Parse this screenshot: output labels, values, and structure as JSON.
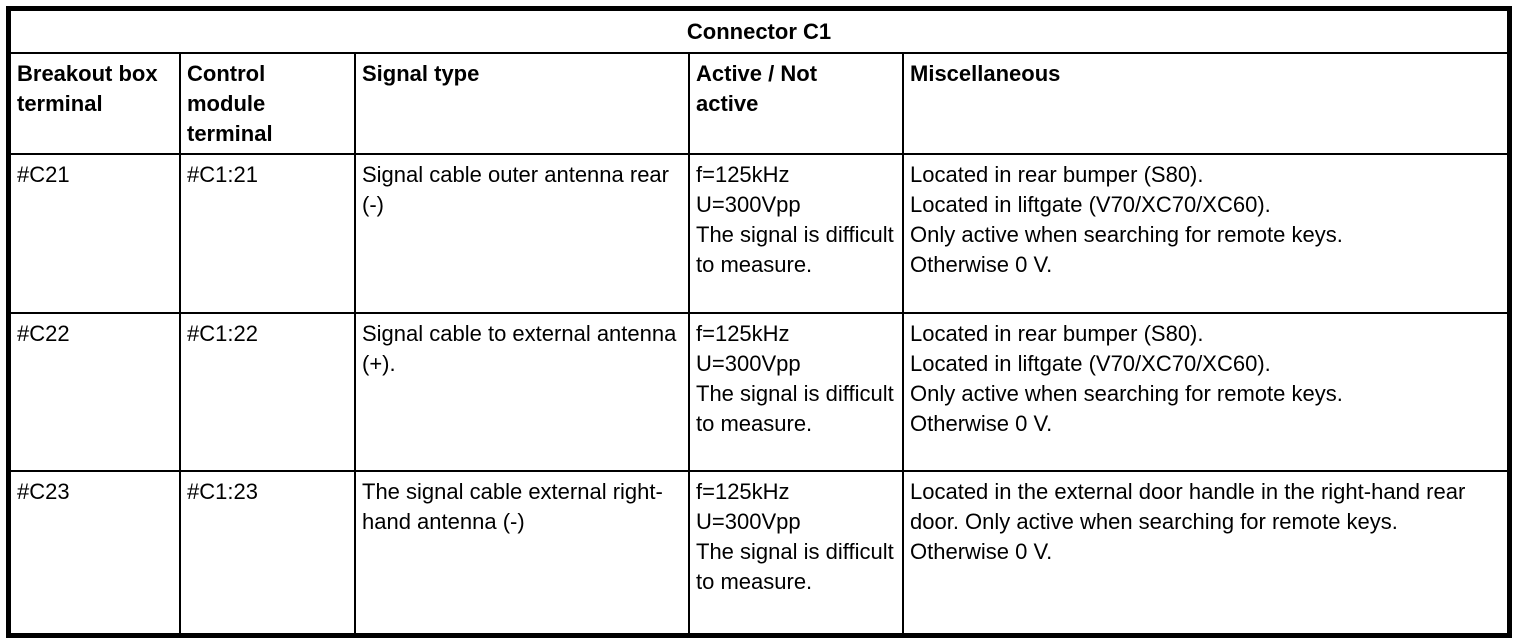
{
  "table": {
    "title": "Connector C1",
    "columns": [
      {
        "id": "breakout_box_terminal",
        "label": "Breakout box terminal",
        "label_lines": [
          "Breakout box",
          "terminal"
        ]
      },
      {
        "id": "control_module_terminal",
        "label": "Control module terminal",
        "label_lines": [
          "Control",
          "module",
          "terminal"
        ]
      },
      {
        "id": "signal_type",
        "label": "Signal type",
        "label_lines": [
          "Signal type"
        ]
      },
      {
        "id": "active_not_active",
        "label": "Active / Not active",
        "label_lines": [
          "Active / Not",
          "active"
        ]
      },
      {
        "id": "miscellaneous",
        "label": "Miscellaneous",
        "label_lines": [
          "Miscellaneous"
        ]
      }
    ],
    "rows": [
      {
        "breakout_box_terminal": "#C21",
        "control_module_terminal": "#C1:21",
        "signal_type": "Signal cable outer antenna rear (-)",
        "active_not_active": [
          "f=125kHz",
          "U=300Vpp",
          "The signal is difficult to measure."
        ],
        "miscellaneous": [
          "Located in rear bumper (S80).",
          "Located in liftgate (V70/XC70/XC60).",
          "Only active when searching for remote keys.",
          "Otherwise 0 V."
        ]
      },
      {
        "breakout_box_terminal": "#C22",
        "control_module_terminal": "#C1:22",
        "signal_type": "Signal cable to external antenna (+).",
        "active_not_active": [
          "f=125kHz",
          "U=300Vpp",
          "The signal is difficult to measure."
        ],
        "miscellaneous": [
          "Located in rear bumper (S80).",
          "Located in liftgate (V70/XC70/XC60).",
          "Only active when searching for remote keys.",
          "Otherwise 0 V."
        ]
      },
      {
        "breakout_box_terminal": "#C23",
        "control_module_terminal": "#C1:23",
        "signal_type": "The signal cable external right-hand antenna (-)",
        "active_not_active": [
          "f=125kHz",
          "U=300Vpp",
          "The signal is difficult to measure."
        ],
        "miscellaneous": [
          "Located in the external door handle in the right-hand rear door. Only active when searching for remote keys. Otherwise 0 V."
        ]
      }
    ]
  },
  "colors": {
    "border": "#000000",
    "background": "#ffffff",
    "text": "#000000"
  }
}
